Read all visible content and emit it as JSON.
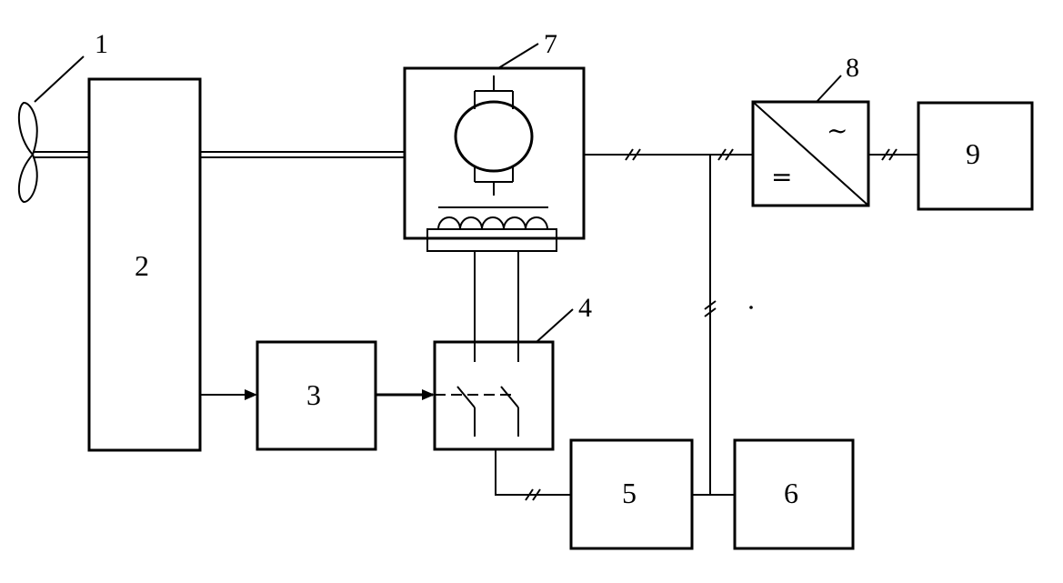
{
  "labels": {
    "fan": "1",
    "gearbox": "2",
    "controller": "3",
    "switch": "4",
    "block5": "5",
    "block6": "6",
    "motor": "7",
    "inverter": "8",
    "block9": "9"
  },
  "inverter_symbols": {
    "ac": "~",
    "dc": "="
  }
}
